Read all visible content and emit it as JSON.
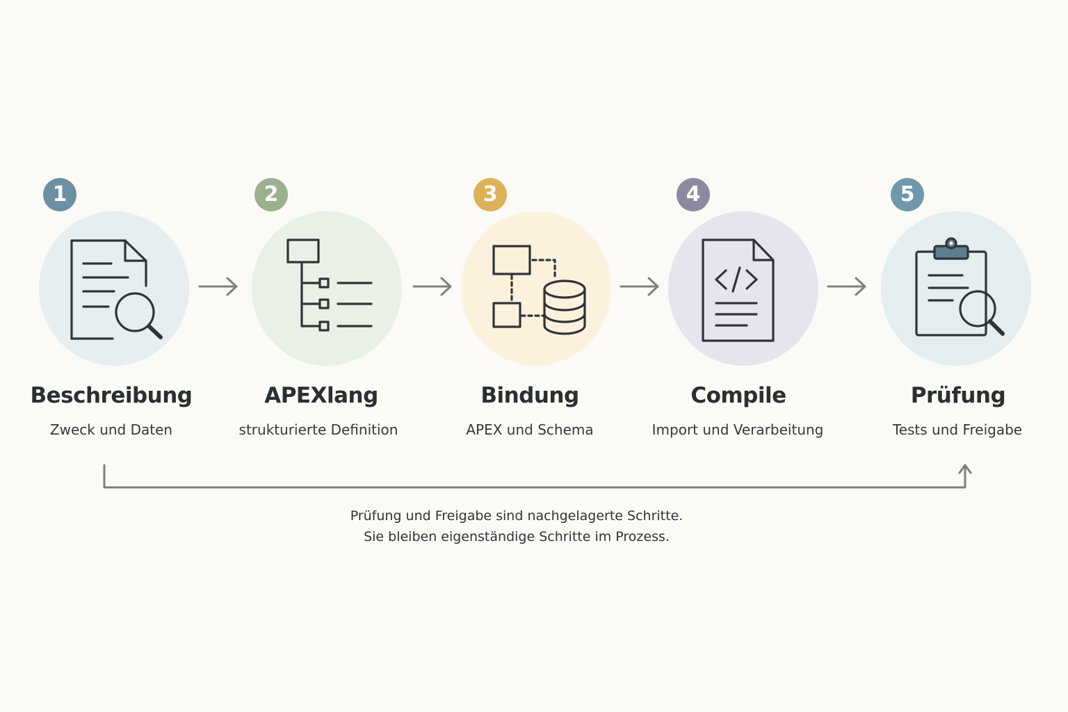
{
  "steps": [
    {
      "number": "1",
      "title": "Beschreibung",
      "subtitle": "Zweck und Daten",
      "icon": "document-search-icon",
      "badge_color": "#6b8fa3",
      "circle_color": "#e6eef1"
    },
    {
      "number": "2",
      "title": "APEXlang",
      "subtitle": "strukturierte Definition",
      "icon": "tree-structure-icon",
      "badge_color": "#9bb08d",
      "circle_color": "#e9f0e5"
    },
    {
      "number": "3",
      "title": "Bindung",
      "subtitle": "APEX und Schema",
      "icon": "database-mapping-icon",
      "badge_color": "#ddb158",
      "circle_color": "#fcf1dc"
    },
    {
      "number": "4",
      "title": "Compile",
      "subtitle": "Import und Verarbeitung",
      "icon": "code-file-icon",
      "badge_color": "#8d8a9f",
      "circle_color": "#e6e4ec"
    },
    {
      "number": "5",
      "title": "Prüfung",
      "subtitle": "Tests und Freigabe",
      "icon": "clipboard-search-icon",
      "badge_color": "#6f99ab",
      "circle_color": "#e4eeee"
    }
  ],
  "note": {
    "line1": "Prüfung und Freigabe sind nachgelagerte Schritte.",
    "line2": "Sie bleiben eigenständige Schritte im Prozess."
  },
  "colors": {
    "icon_stroke": "#2f3438",
    "arrow": "#7d7f82",
    "clip_accent": "#5d7f8e"
  }
}
